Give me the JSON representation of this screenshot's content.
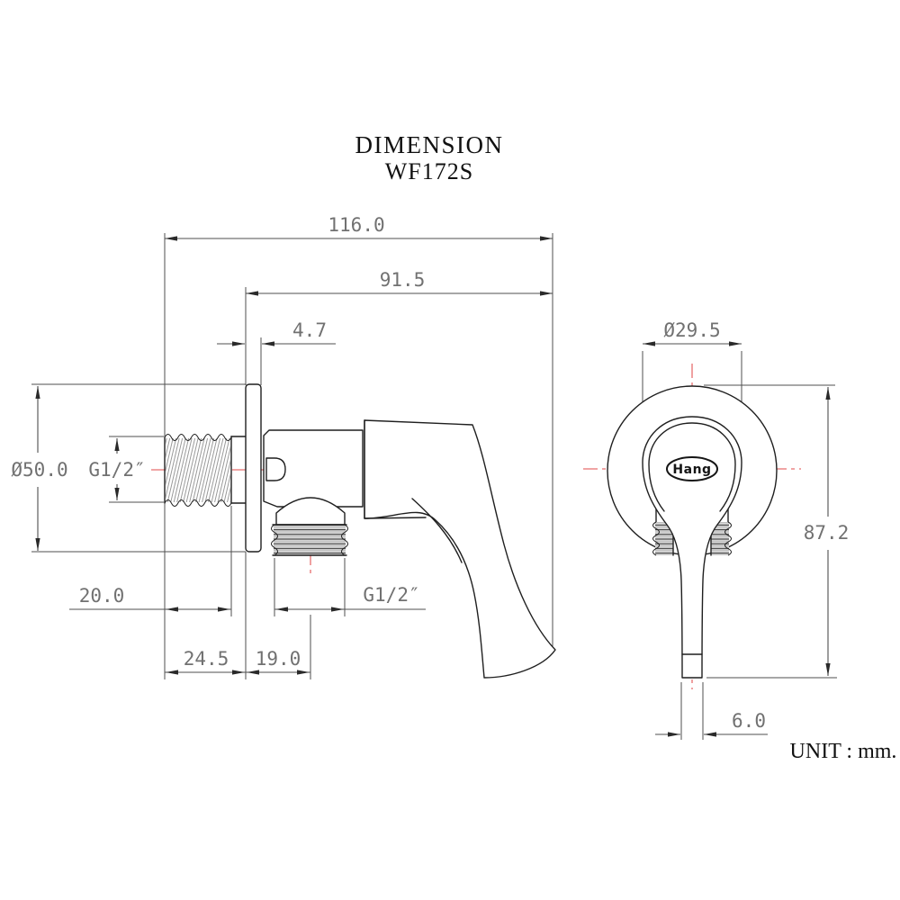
{
  "title": {
    "line1": "DIMENSION",
    "line2": "WF172S"
  },
  "unit_note": "UNIT : mm.",
  "logo": "Hang",
  "colors": {
    "drawing_line": "#1f1f1f",
    "dimension_line": "#4f4f4f",
    "dimension_text": "#717171",
    "centerline_red": "#e66e6e",
    "thread_shade": "#d6d6d6"
  },
  "side_view": {
    "dims": {
      "overall_length": "116.0",
      "wall_to_handle_tip": "91.5",
      "flange_thickness": "4.7",
      "flange_diameter": "Ø50.0",
      "inlet_thread_size": "G1/2″",
      "inlet_thread_length": "20.0",
      "inlet_total_length": "24.5",
      "wall_to_outlet_center": "19.0",
      "outlet_thread_size": "G1/2″"
    }
  },
  "front_view": {
    "dims": {
      "handle_hub_diameter": "Ø29.5",
      "overall_height": "87.2",
      "handle_tip_width": "6.0"
    }
  }
}
